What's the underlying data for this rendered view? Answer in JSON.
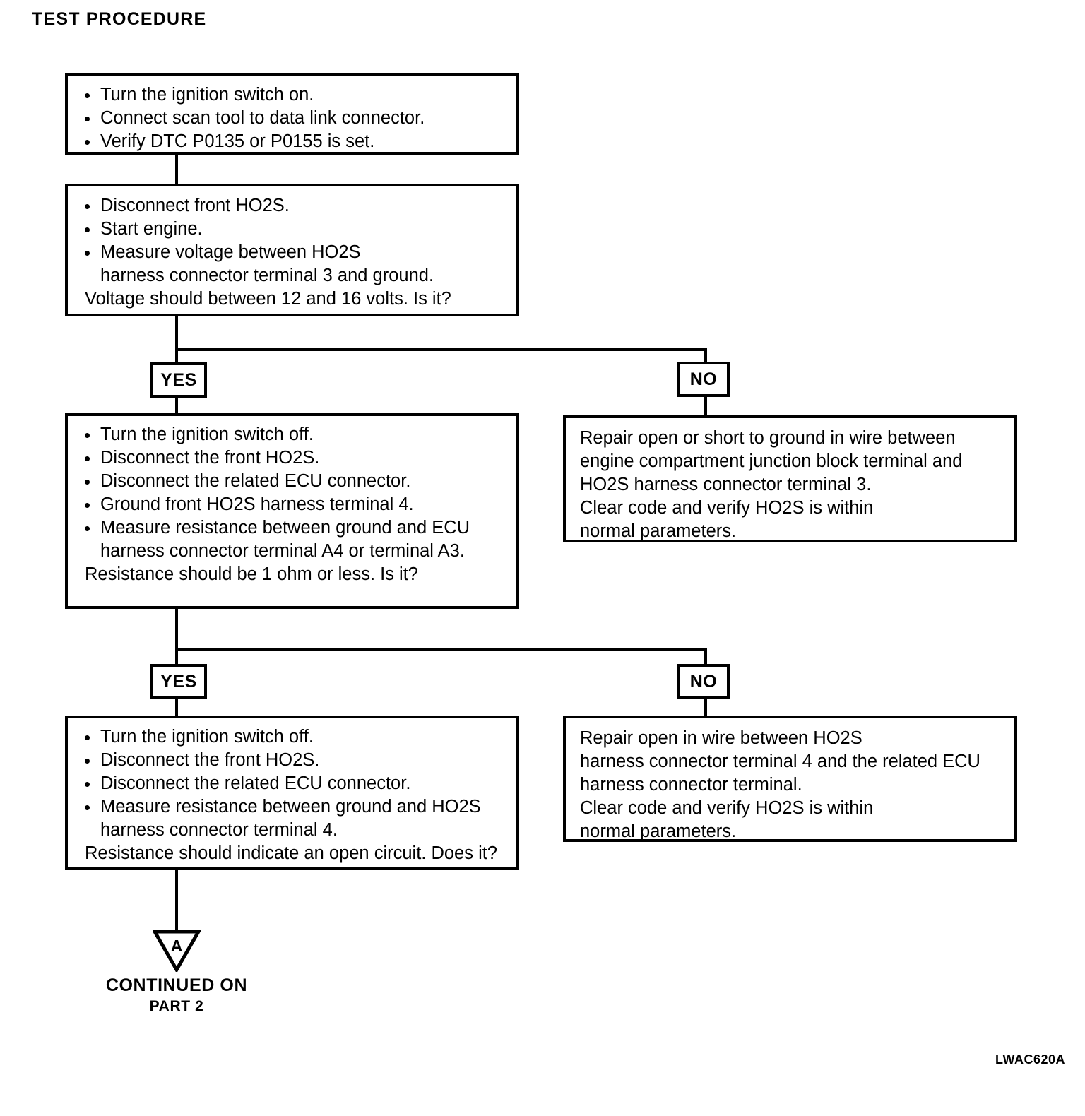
{
  "page": {
    "title": "TEST PROCEDURE",
    "reference_code": "LWAC620A"
  },
  "flowchart": {
    "type": "diagnostic-flowchart",
    "steps": [
      {
        "id": "step-1",
        "bullets": [
          "Turn the ignition switch on.",
          "Connect scan tool to data link connector.",
          "Verify DTC P0135 or P0155 is set."
        ],
        "question": ""
      },
      {
        "id": "step-2",
        "bullets": [
          "Disconnect front HO2S.",
          "Start engine.",
          "Measure voltage between HO2S",
          "harness connector terminal 3 and ground."
        ],
        "question": "Voltage should between 12 and 16 volts. Is it?"
      },
      {
        "id": "step-3",
        "bullets": [
          "Turn the ignition switch off.",
          "Disconnect the front HO2S.",
          "Disconnect the related ECU connector.",
          "Ground front HO2S harness terminal 4.",
          "Measure resistance between ground and ECU",
          "harness connector terminal A4 or terminal A3."
        ],
        "question": "Resistance should be 1 ohm or less. Is it?"
      },
      {
        "id": "step-4",
        "bullets": [
          "Turn the ignition switch off.",
          "Disconnect the front HO2S.",
          "Disconnect the related ECU connector.",
          "Measure resistance between ground and HO2S",
          "harness connector terminal 4."
        ],
        "question": "Resistance should indicate an open circuit. Does it?"
      }
    ],
    "branch_labels": {
      "yes_1": "YES",
      "no_1": "NO",
      "yes_2": "YES",
      "no_2": "NO"
    },
    "repair_actions": [
      {
        "id": "repair-1",
        "lines": [
          "Repair open or short to ground in wire between",
          "engine compartment junction block terminal and",
          "HO2S harness connector terminal 3.",
          "Clear code and verify HO2S is within",
          "normal parameters."
        ]
      },
      {
        "id": "repair-2",
        "lines": [
          "Repair open in wire between HO2S",
          "harness connector terminal 4 and the related ECU",
          "harness connector terminal.",
          "Clear code and verify HO2S is within",
          "normal parameters."
        ]
      }
    ],
    "connector": {
      "letter": "A",
      "caption_line1": "CONTINUED ON",
      "caption_line2": "PART 2"
    }
  }
}
